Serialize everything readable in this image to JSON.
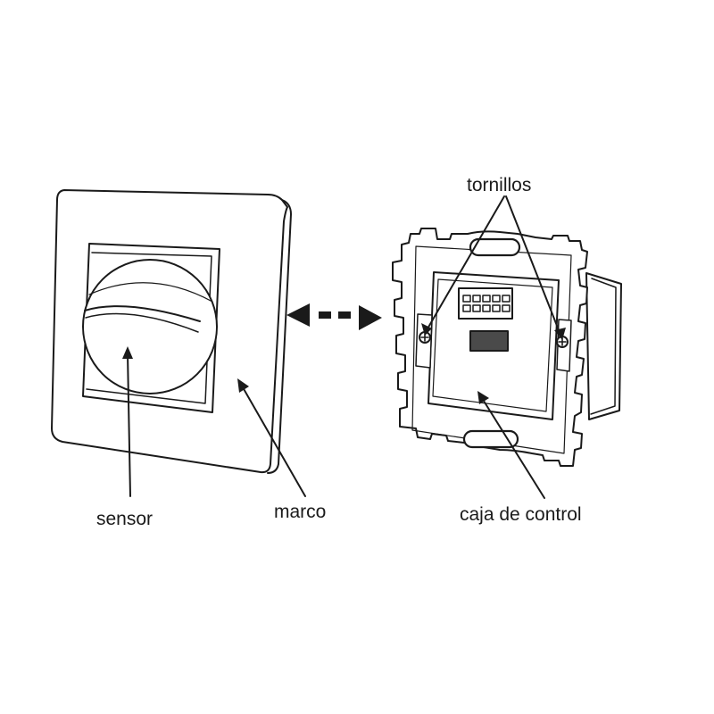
{
  "labels": {
    "screws": "tornillos",
    "sensor": "sensor",
    "frame": "marco",
    "control_box": "caja de control"
  },
  "colors": {
    "stroke": "#1a1a1a",
    "fill": "#ffffff",
    "window_fill": "#4a4a4a"
  },
  "icons": {
    "swap_arrow": "double-headed-dashed-arrow",
    "screw": "cross-head-screw"
  }
}
